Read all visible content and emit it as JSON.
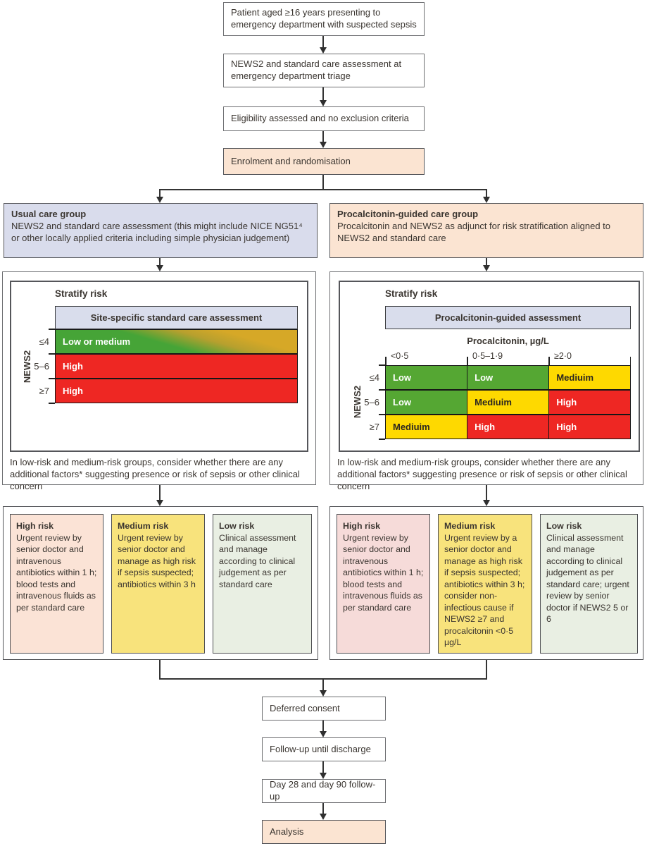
{
  "figure": {
    "top_flow": {
      "patient": "Patient aged ≥16 years presenting to emergency department with suspected sepsis",
      "assessment": "NEWS2 and standard care assessment at emergency department triage",
      "eligibility": "Eligibility assessed and no exclusion criteria",
      "enrolment": "Enrolment and randomisation"
    },
    "groups": {
      "usual": {
        "title": "Usual care group",
        "description": "NEWS2 and standard care assessment (this might include NICE NG51⁴ or other locally applied criteria including simple physician judgement)"
      },
      "pct": {
        "title": "Procalcitonin-guided care group",
        "description": "Procalcitonin and NEWS2 as adjunct for risk stratification aligned to NEWS2 and standard care"
      }
    },
    "usual_panel": {
      "heading": "Stratify risk",
      "band": "Site-specific standard care assessment",
      "axis": "NEWS2",
      "rows": [
        {
          "label": "≤4",
          "value": "Low or medium",
          "color": "green-to-mustard-gradient"
        },
        {
          "label": "5–6",
          "value": "High",
          "color": "red"
        },
        {
          "label": "≥7",
          "value": "High",
          "color": "red"
        }
      ],
      "footnote": "In low-risk and medium-risk groups, consider whether there are any additional factors* suggesting presence or risk of sepsis or other clinical concern"
    },
    "pct_panel": {
      "heading": "Stratify risk",
      "band": "Procalcitonin-guided assessment",
      "col_group": "Procalcitonin, µg/L",
      "columns": [
        "<0·5",
        "0·5–1·9",
        "≥2·0"
      ],
      "axis": "NEWS2",
      "rows": [
        {
          "label": "≤4",
          "cells": [
            "Low",
            "Low",
            "Mediuim"
          ],
          "cell_colors": [
            "green",
            "green",
            "yellow"
          ]
        },
        {
          "label": "5–6",
          "cells": [
            "Low",
            "Mediuim",
            "High"
          ],
          "cell_colors": [
            "green",
            "yellow",
            "red"
          ]
        },
        {
          "label": "≥7",
          "cells": [
            "Mediuim",
            "High",
            "High"
          ],
          "cell_colors": [
            "yellow",
            "red",
            "red"
          ]
        }
      ],
      "footnote": "In low-risk and medium-risk groups, consider whether there are any additional factors* suggesting presence or risk of sepsis or other clinical concern"
    },
    "usual_outcomes": [
      {
        "title": "High risk",
        "body": "Urgent review by senior doctor and intravenous antibiotics within 1 h; blood tests and intravenous fluids as per standard care"
      },
      {
        "title": "Medium risk",
        "body": "Urgent review by senior doctor and manage as high risk if sepsis suspected; antibiotics within 3 h"
      },
      {
        "title": "Low risk",
        "body": "Clinical assessment and manage according to clinical judgement as per standard care"
      }
    ],
    "pct_outcomes": [
      {
        "title": "High risk",
        "body": "Urgent review by senior doctor and intravenous antibiotics within 1 h; blood tests and intravenous fluids as per standard care"
      },
      {
        "title": "Medium risk",
        "body": "Urgent review by a senior doctor and manage as high risk if sepsis suspected; antibiotics within 3 h; consider non-infectious cause if NEWS2 ≥7 and procalcitonin <0·5 µg/L"
      },
      {
        "title": "Low risk",
        "body": "Clinical assessment and manage according to clinical judgement as per standard care; urgent review by senior doctor if NEWS2 5 or 6"
      }
    ],
    "bottom_flow": {
      "consent": "Deferred consent",
      "discharge": "Follow-up until discharge",
      "day_followup": "Day 28 and day 90 follow-up",
      "analysis": "Analysis"
    },
    "colors": {
      "peach": "#fbe4d2",
      "lavender": "#d9dcec",
      "header_band": "#d9ddec",
      "cell_green": "#55a733",
      "cell_yellow": "#fed900",
      "cell_red": "#ee2723",
      "cell_mustard": "#d6a827",
      "risk_pink_usual": "#fbe3d6",
      "risk_pink_pct": "#f6dbd9",
      "risk_yellow": "#f8e37c",
      "risk_pale_green": "#e9efe3"
    }
  }
}
